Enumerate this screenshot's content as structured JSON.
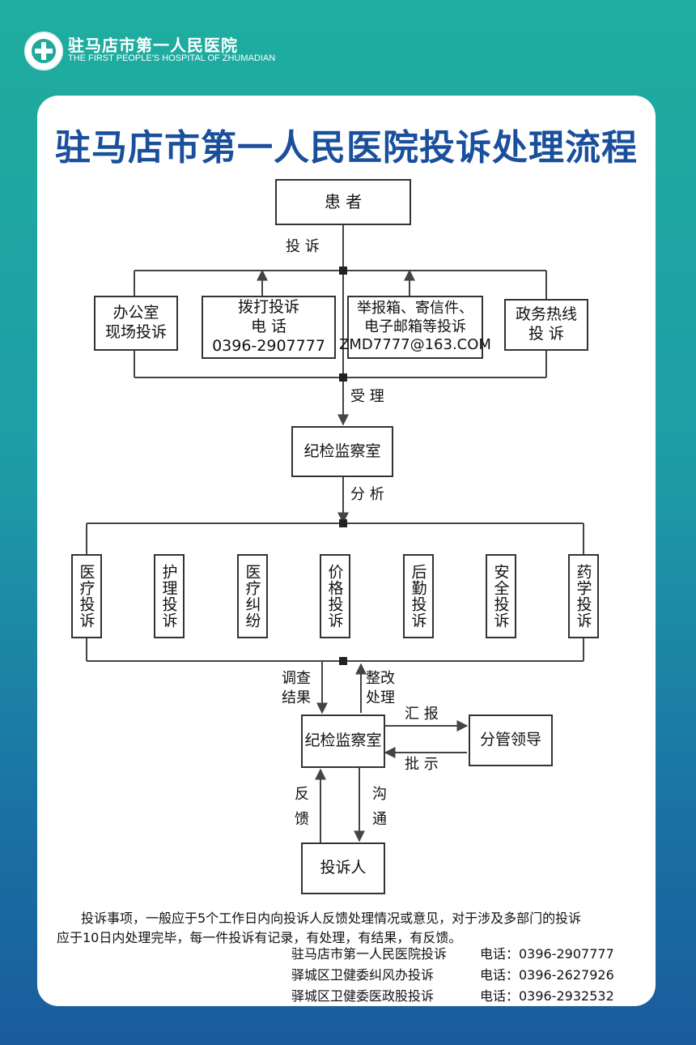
{
  "header": {
    "hospital_cn": "驻马店市第一人民医院",
    "hospital_en": "THE FIRST PEOPLE'S HOSPITAL OF ZHUMADIAN"
  },
  "title": "驻马店市第一人民医院投诉处理流程",
  "colors": {
    "title": "#1a4f9c",
    "bg_top": "#1fae9f",
    "bg_bottom": "#1a5c9c"
  },
  "nodes": {
    "patient": "患 者",
    "office": [
      "办公室",
      "现场投诉"
    ],
    "phone": [
      "拨打投诉",
      "电 话",
      "0396-2907777"
    ],
    "mail": [
      "举报箱、寄信件、",
      "电子邮箱等投诉",
      "ZMD7777@163.COM"
    ],
    "hotline": [
      "政务热线",
      "投 诉"
    ],
    "discipline1": "纪检监察室",
    "categories": [
      "医疗投诉",
      "护理投诉",
      "医疗纠纷",
      "价格投诉",
      "后勤投诉",
      "安全投诉",
      "药学投诉"
    ],
    "discipline2": "纪检监察室",
    "leader": "分管领导",
    "complainant": "投诉人"
  },
  "labels": {
    "complain": "投 诉",
    "accept": "受 理",
    "analyze": "分 析",
    "investigate": [
      "调查",
      "结果"
    ],
    "rectify": [
      "整改",
      "处理"
    ],
    "report": "汇 报",
    "instruct": "批 示",
    "feedback": [
      "反",
      "馈"
    ],
    "communicate": [
      "沟",
      "通"
    ]
  },
  "footer": {
    "note_line1": "投诉事项，一般应于5个工作日内向投诉人反馈处理情况或意见，对于涉及多部门的投诉",
    "note_line2": "应于10日内处理完毕，每一件投诉有记录，有处理，有结果，有反馈。",
    "contacts": [
      {
        "org": "驻马店市第一人民医院投诉",
        "phone": "电话：0396-2907777"
      },
      {
        "org": "驿城区卫健委纠风办投诉",
        "phone": "电话：0396-2627926"
      },
      {
        "org": "驿城区卫健委医政股投诉",
        "phone": "电话：0396-2932532"
      }
    ]
  }
}
